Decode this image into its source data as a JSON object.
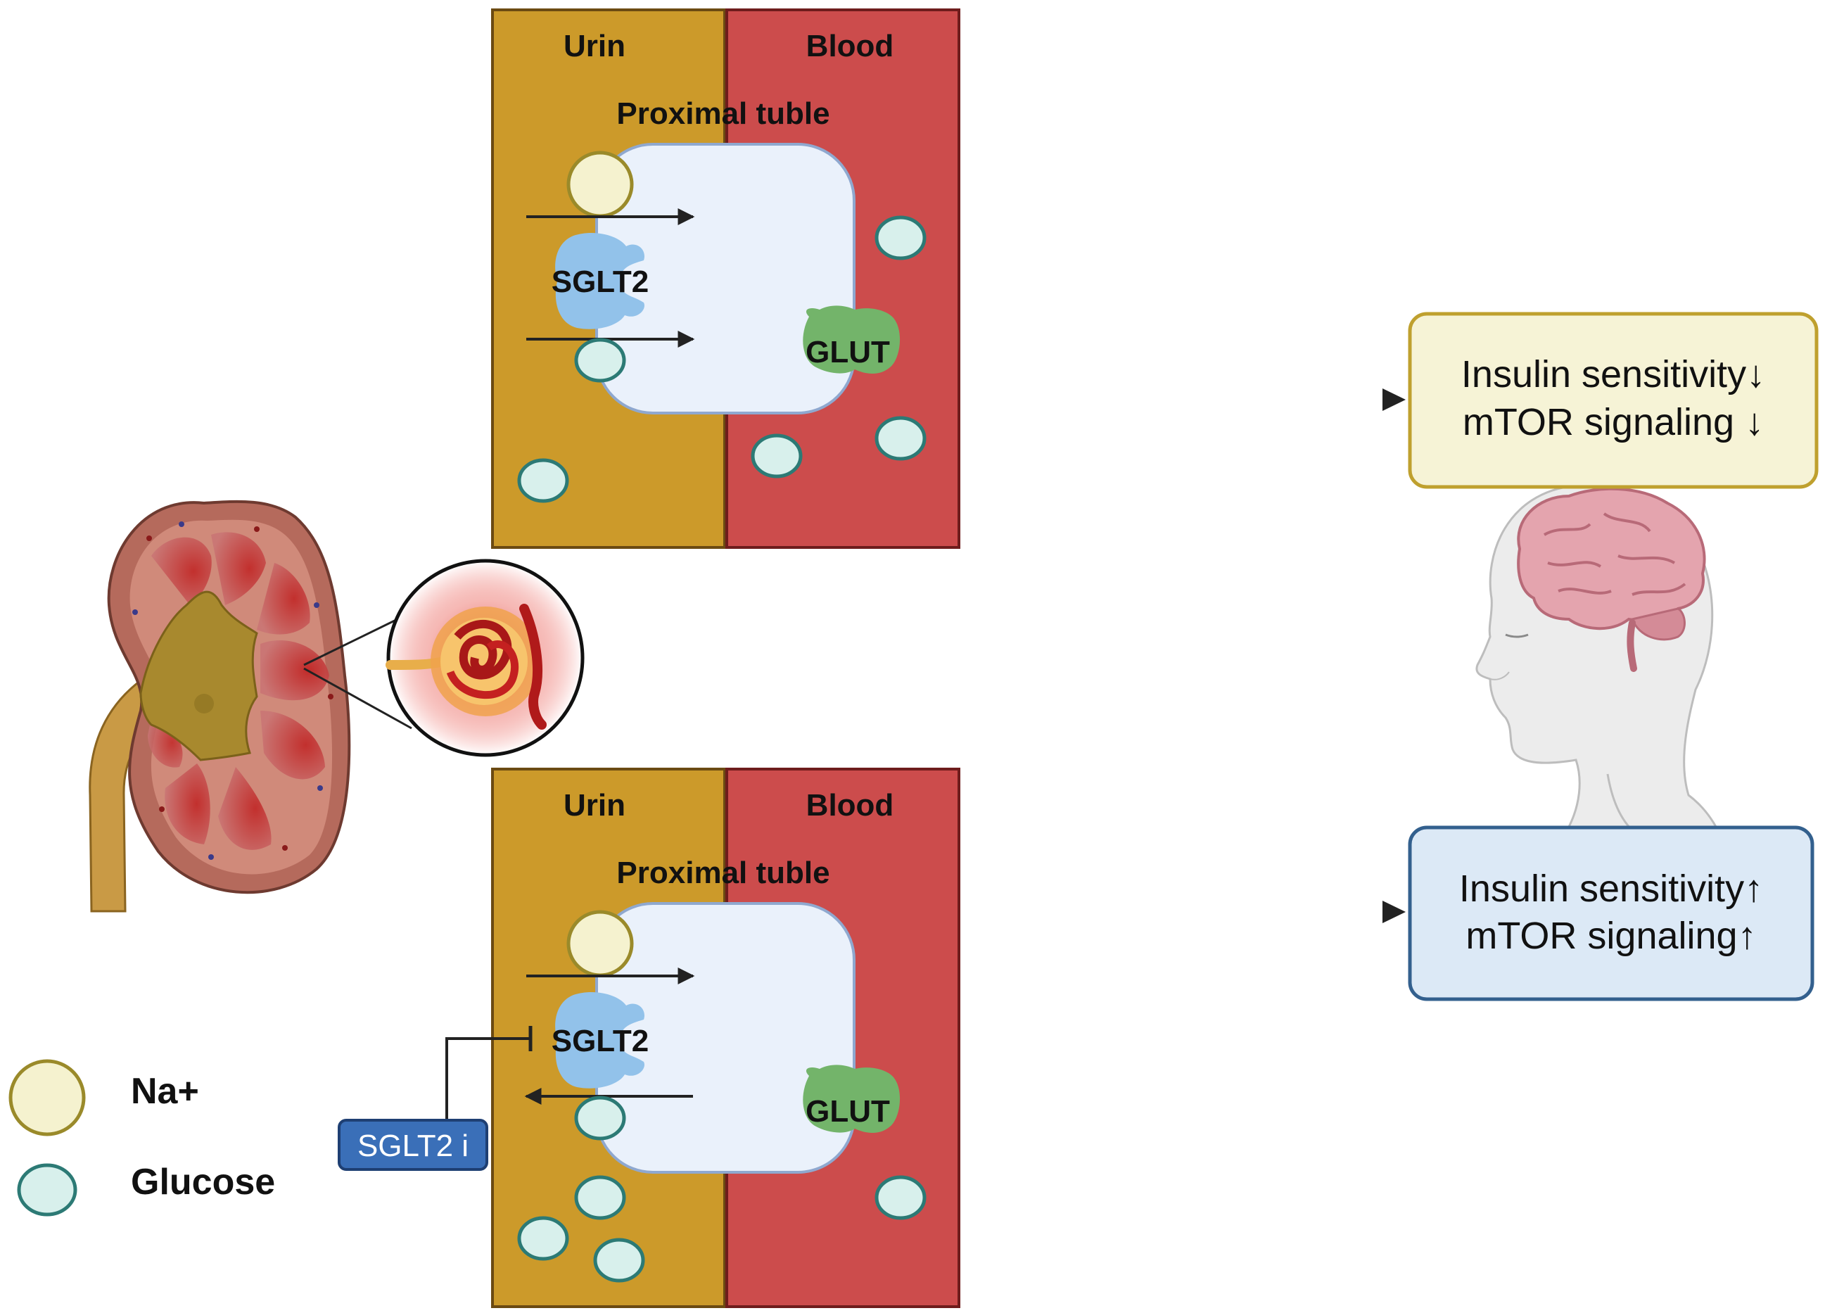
{
  "panels": [
    {
      "urine_label": "Urin",
      "blood_label": "Blood",
      "tubule_label": "Proximal tuble",
      "sglt2_label": "SGLT2",
      "glut_label": "GLUT"
    },
    {
      "urine_label": "Urin",
      "blood_label": "Blood",
      "tubule_label": "Proximal tuble",
      "sglt2_label": "SGLT2",
      "glut_label": "GLUT",
      "inhibitor_label": "SGLT2 i"
    }
  ],
  "outcomes": [
    {
      "line1": "Insulin sensitivity↓",
      "line2": "mTOR signaling ↓"
    },
    {
      "line1": "Insulin sensitivity↑",
      "line2": "mTOR signaling↑"
    }
  ],
  "legend": {
    "na_label": "Na+",
    "glucose_label": "Glucose"
  },
  "colors": {
    "urine": "#CC9A2A",
    "blood": "#CC4C4C",
    "cell": "#EAF1FB",
    "sglt2": "#92C2EA",
    "glut": "#73B46A",
    "sodium": "#F5F2CF",
    "glucose": "#D8F0EC",
    "box_decrease_fill": "#F6F3D6",
    "box_decrease_stroke": "#BFA02E",
    "box_increase_fill": "#DCE9F6",
    "box_increase_stroke": "#33608E",
    "inhibitor": "#3A6FB8"
  },
  "icons": [
    "kidney-icon",
    "glomerulus-icon",
    "human-head-brain-icon"
  ]
}
